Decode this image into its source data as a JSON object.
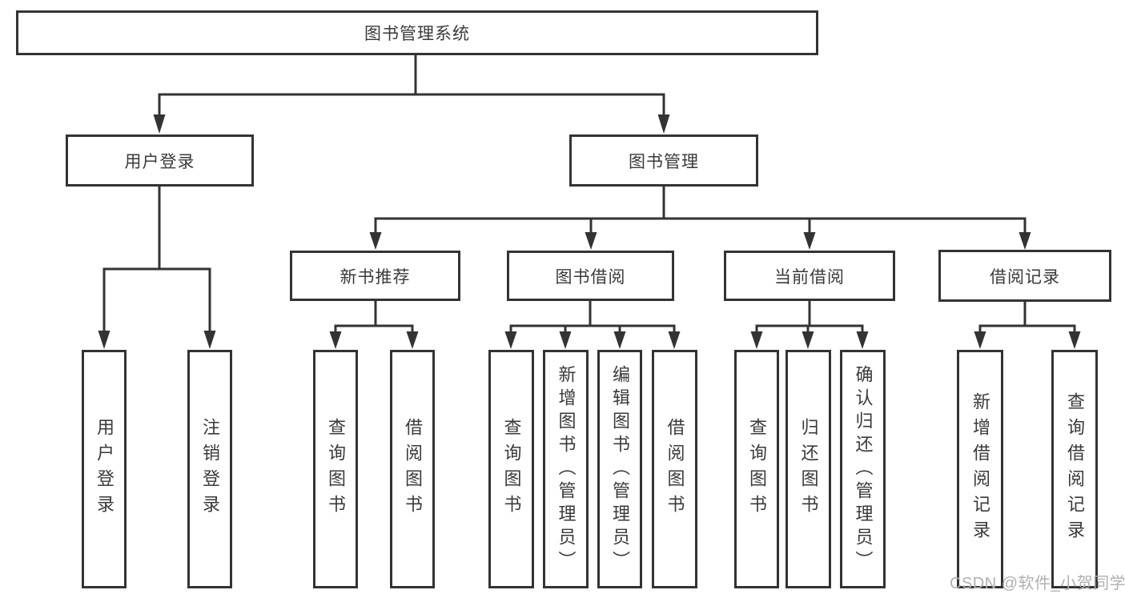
{
  "diagram": {
    "title": "图书管理系统",
    "nodes": {
      "root": "图书管理系统",
      "user_login": "用户登录",
      "book_mgmt": "图书管理",
      "new_book_rec": "新书推荐",
      "book_borrow": "图书借阅",
      "current_borrow": "当前借阅",
      "borrow_record": "借阅记录",
      "leaf_user_login": "用户登录",
      "leaf_logout": "注销登录",
      "leaf_query_book_rec": "查询图书",
      "leaf_borrow_book_rec": "借阅图书",
      "leaf_query_book_borrow": "查询图书",
      "leaf_add_book": "新增图书（管理员）",
      "leaf_edit_book": "编辑图书（管理员）",
      "leaf_borrow_book_borrow": "借阅图书",
      "leaf_query_book_current": "查询图书",
      "leaf_return_book": "归还图书",
      "leaf_confirm_return": "确认归还（管理员）",
      "leaf_add_borrow_record": "新增借阅记录",
      "leaf_query_borrow_record": "查询借阅记录"
    }
  },
  "watermark": "CSDN @软件_小贺同学",
  "colors": {
    "line": "#333333",
    "text": "#3a3a3a",
    "watermark": "#b0b0b0",
    "background": "#ffffff"
  }
}
